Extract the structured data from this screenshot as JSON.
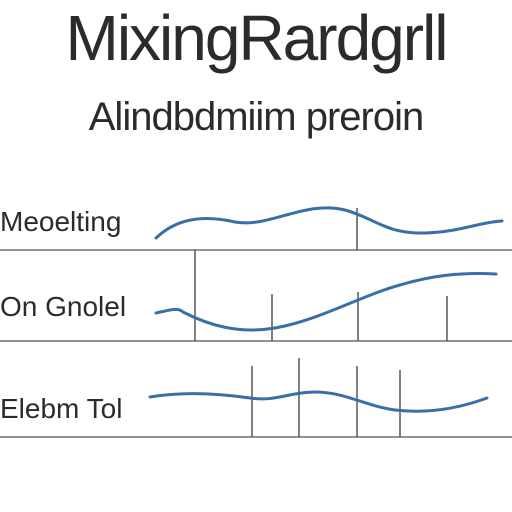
{
  "title": "MixingRardgrll",
  "subtitle": "Alindbdmiim preroin",
  "rows": [
    {
      "label": "Meoelting"
    },
    {
      "label": "On Gnolel"
    },
    {
      "label": "Elebm Tol"
    }
  ],
  "colors": {
    "wave": "#3a6ea8",
    "rule": "#6e6e6e",
    "marker": "#555555",
    "text": "#2b2b2b"
  }
}
